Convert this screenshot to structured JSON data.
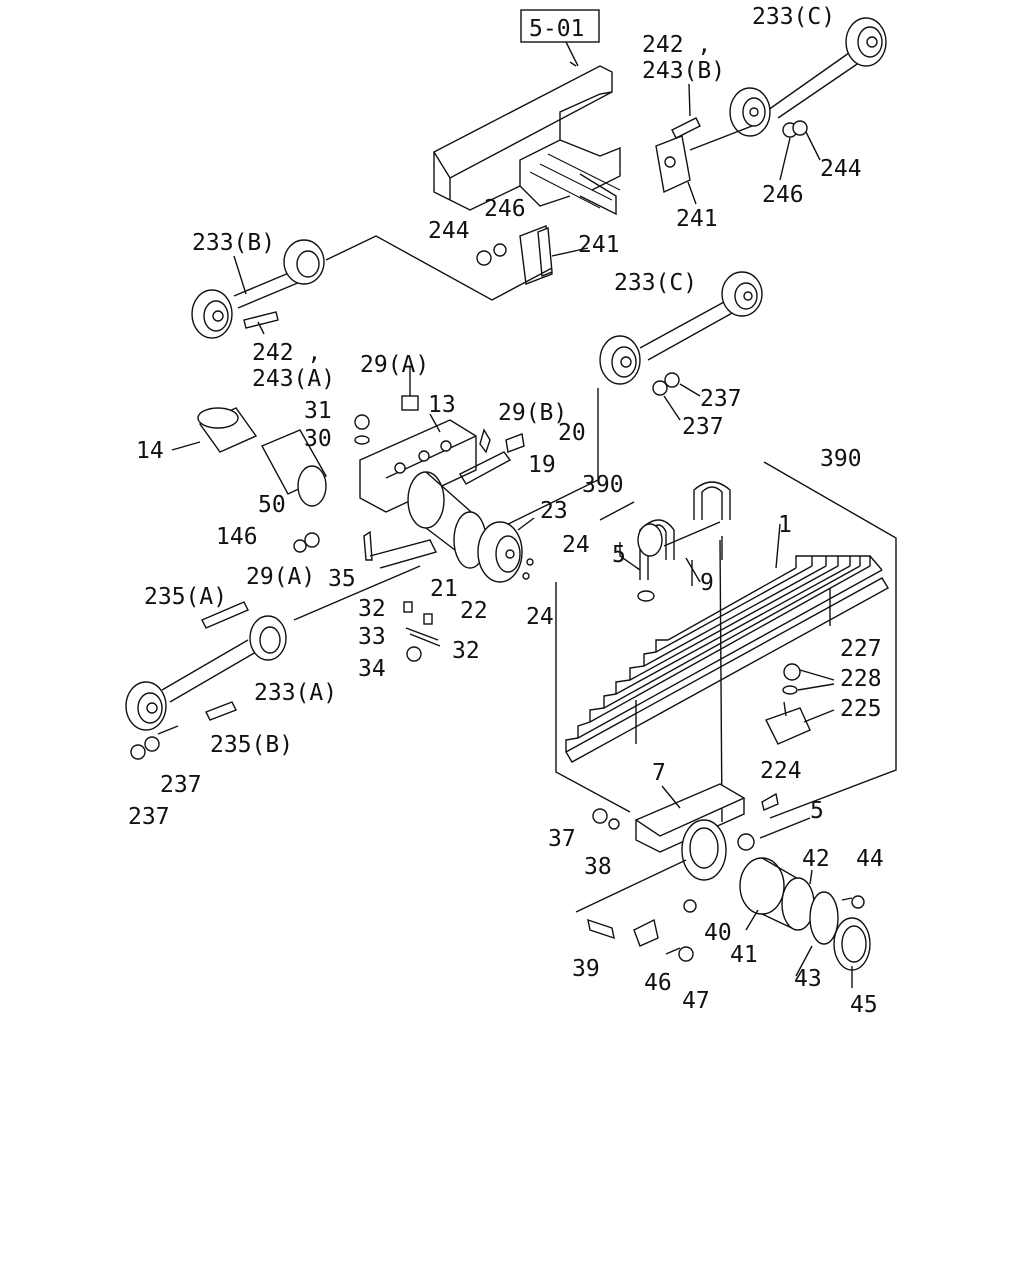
{
  "diagram": {
    "section_ref": "5-01",
    "labels": [
      {
        "id": "ref-5-01",
        "text": "5-01"
      },
      {
        "id": "l-242-b",
        "text": "242 ,"
      },
      {
        "id": "l-243b",
        "text": "243(B)"
      },
      {
        "id": "l-233c-top",
        "text": "233(C)"
      },
      {
        "id": "l-244-top",
        "text": "244"
      },
      {
        "id": "l-246-top",
        "text": "246"
      },
      {
        "id": "l-241-top",
        "text": "241"
      },
      {
        "id": "l-244-mid",
        "text": "244"
      },
      {
        "id": "l-246-mid",
        "text": "246"
      },
      {
        "id": "l-241-mid",
        "text": "241"
      },
      {
        "id": "l-233b",
        "text": "233(B)"
      },
      {
        "id": "l-242-a",
        "text": "242 ,"
      },
      {
        "id": "l-243a",
        "text": "243(A)"
      },
      {
        "id": "l-233c-mid",
        "text": "233(C)"
      },
      {
        "id": "l-237-r1",
        "text": "237"
      },
      {
        "id": "l-237-r2",
        "text": "237"
      },
      {
        "id": "l-29a-top",
        "text": "29(A)"
      },
      {
        "id": "l-29b",
        "text": "29(B)"
      },
      {
        "id": "l-31",
        "text": "31"
      },
      {
        "id": "l-13",
        "text": "13"
      },
      {
        "id": "l-30",
        "text": "30"
      },
      {
        "id": "l-20",
        "text": "20"
      },
      {
        "id": "l-14",
        "text": "14"
      },
      {
        "id": "l-19",
        "text": "19"
      },
      {
        "id": "l-390-a",
        "text": "390"
      },
      {
        "id": "l-390-b",
        "text": "390"
      },
      {
        "id": "l-50",
        "text": "50"
      },
      {
        "id": "l-23",
        "text": "23"
      },
      {
        "id": "l-146",
        "text": "146"
      },
      {
        "id": "l-1",
        "text": "1"
      },
      {
        "id": "l-5-top",
        "text": "5"
      },
      {
        "id": "l-24-a",
        "text": "24"
      },
      {
        "id": "l-29a-bot",
        "text": "29(A)"
      },
      {
        "id": "l-35",
        "text": "35"
      },
      {
        "id": "l-21",
        "text": "21"
      },
      {
        "id": "l-22",
        "text": "22"
      },
      {
        "id": "l-9",
        "text": "9"
      },
      {
        "id": "l-235a",
        "text": "235(A)"
      },
      {
        "id": "l-32-a",
        "text": "32"
      },
      {
        "id": "l-24-b",
        "text": "24"
      },
      {
        "id": "l-33",
        "text": "33"
      },
      {
        "id": "l-32-b",
        "text": "32"
      },
      {
        "id": "l-227",
        "text": "227"
      },
      {
        "id": "l-34",
        "text": "34"
      },
      {
        "id": "l-228",
        "text": "228"
      },
      {
        "id": "l-233a",
        "text": "233(A)"
      },
      {
        "id": "l-225",
        "text": "225"
      },
      {
        "id": "l-235b",
        "text": "235(B)"
      },
      {
        "id": "l-237-l1",
        "text": "237"
      },
      {
        "id": "l-237-l2",
        "text": "237"
      },
      {
        "id": "l-224",
        "text": "224"
      },
      {
        "id": "l-7",
        "text": "7"
      },
      {
        "id": "l-5-bot",
        "text": "5"
      },
      {
        "id": "l-37",
        "text": "37"
      },
      {
        "id": "l-38",
        "text": "38"
      },
      {
        "id": "l-42",
        "text": "42"
      },
      {
        "id": "l-44",
        "text": "44"
      },
      {
        "id": "l-40",
        "text": "40"
      },
      {
        "id": "l-39",
        "text": "39"
      },
      {
        "id": "l-41",
        "text": "41"
      },
      {
        "id": "l-43",
        "text": "43"
      },
      {
        "id": "l-46",
        "text": "46"
      },
      {
        "id": "l-47",
        "text": "47"
      },
      {
        "id": "l-45",
        "text": "45"
      }
    ]
  }
}
